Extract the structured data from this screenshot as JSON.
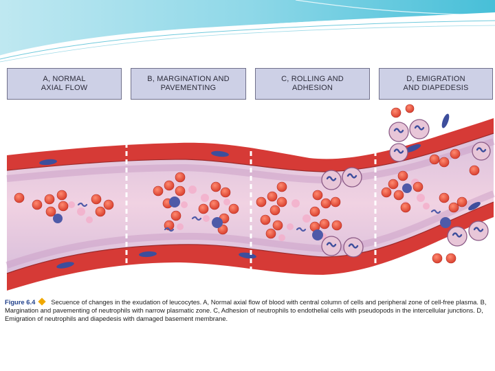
{
  "slide": {
    "colors": {
      "accent_teal": "#5fc9dc",
      "vessel_wall": "#d63a36",
      "plasma": "#e9c8dc",
      "box_fill": "#cdd0e6"
    }
  },
  "stages": [
    {
      "label": "A, NORMAL\nAXIAL FLOW"
    },
    {
      "label": "B, MARGINATION AND\nPAVEMENTING"
    },
    {
      "label": "C, ROLLING AND\nADHESION"
    },
    {
      "label": "D, EMIGRATION\nAND DIAPEDESIS"
    }
  ],
  "figure": {
    "label": "Figure 6.4",
    "caption": "Secuence of changes in the exudation of leucocytes. A, Normal axial flow of blood with central column of cells and peripheral zone of cell-free plasma. B, Margination and pavementing of neutrophils with narrow plasmatic zone. C, Adhesion of neutrophils to endothelial cells with pseudopods in the intercellular junctions. D, Emigration of neutrophils and diapedesis with damaged basement membrane."
  }
}
